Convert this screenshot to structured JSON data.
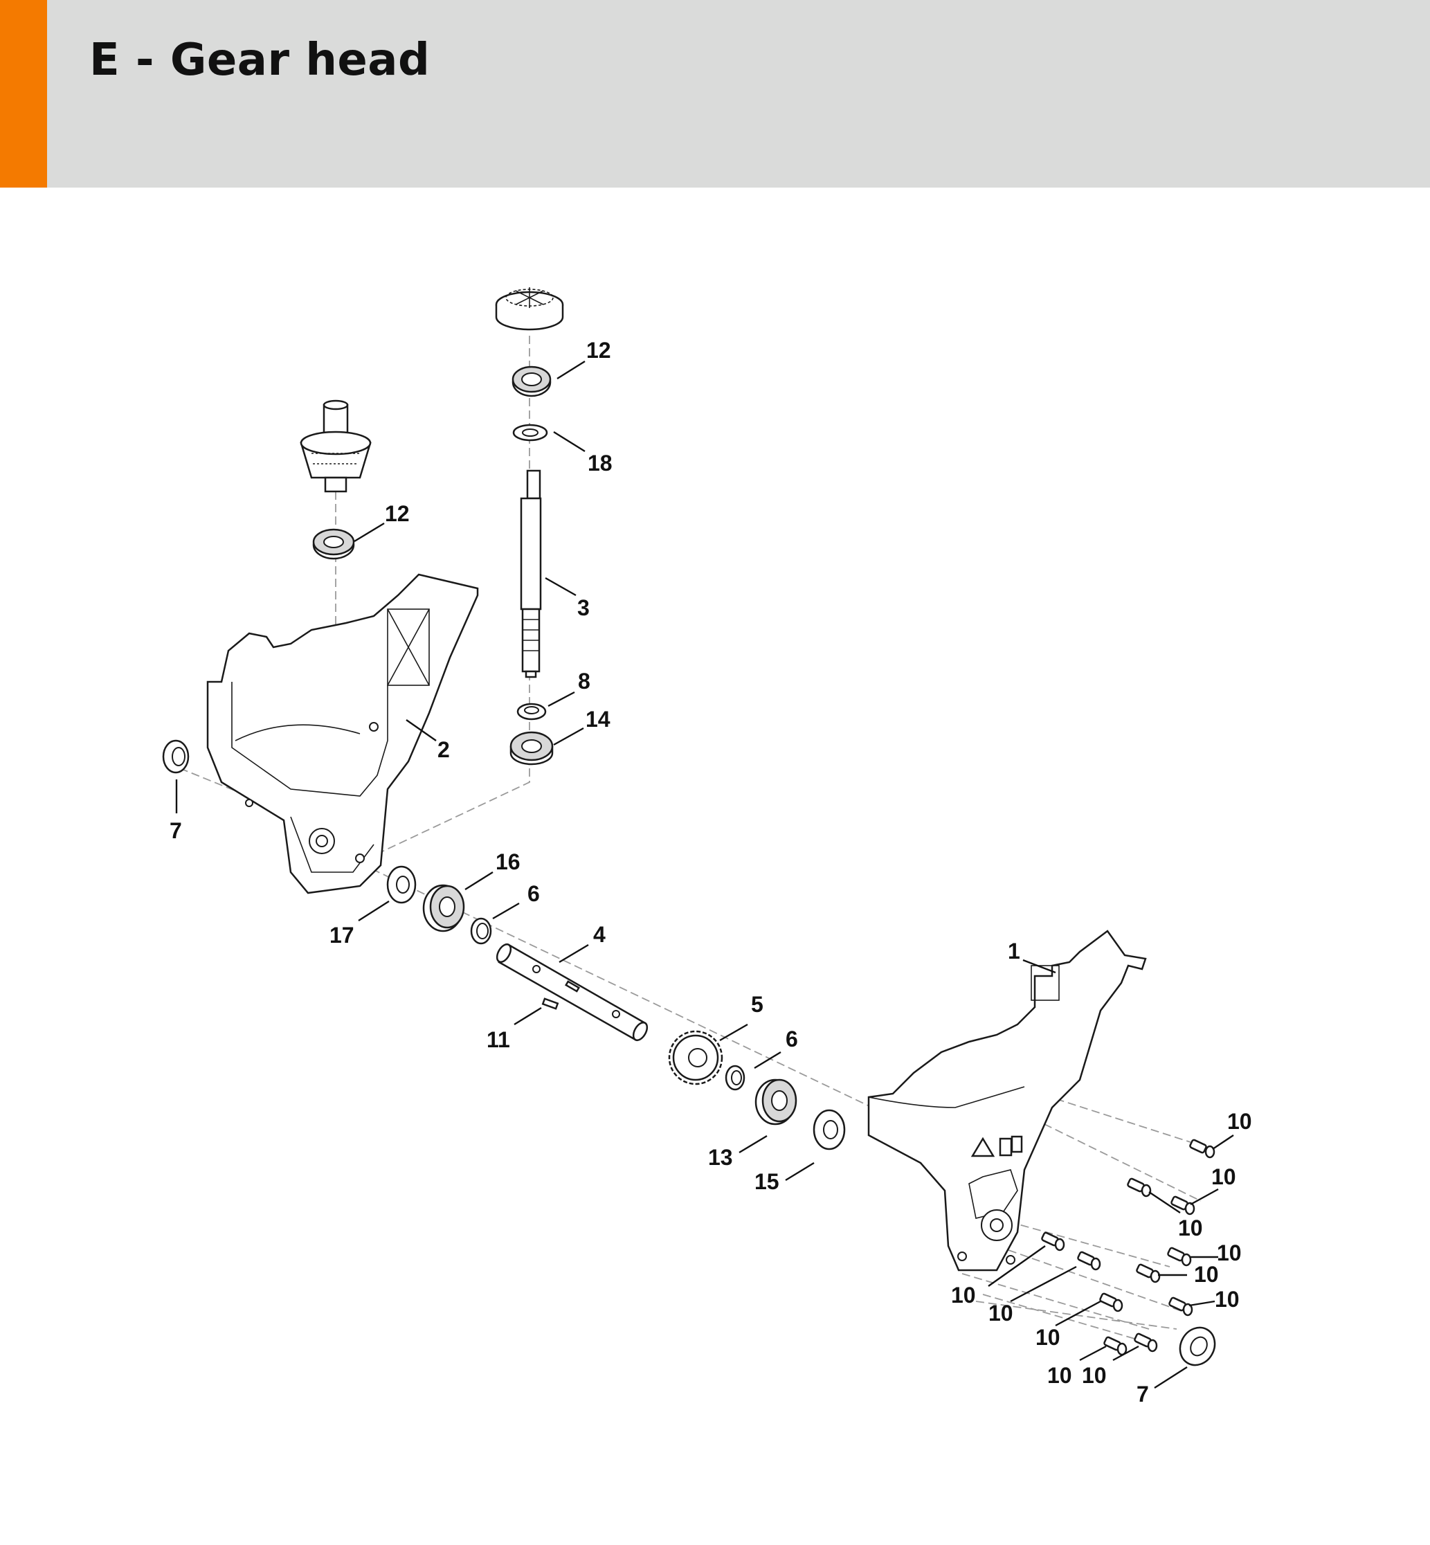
{
  "header": {
    "title": "E - Gear head",
    "accent_color": "#f47a00",
    "background_color": "#dadbda"
  },
  "callouts": [
    {
      "id": "c12a",
      "label": "12"
    },
    {
      "id": "c18",
      "label": "18"
    },
    {
      "id": "c12b",
      "label": "12"
    },
    {
      "id": "c3",
      "label": "3"
    },
    {
      "id": "c8",
      "label": "8"
    },
    {
      "id": "c14",
      "label": "14"
    },
    {
      "id": "c2",
      "label": "2"
    },
    {
      "id": "c7a",
      "label": "7"
    },
    {
      "id": "c16",
      "label": "16"
    },
    {
      "id": "c6a",
      "label": "6"
    },
    {
      "id": "c17",
      "label": "17"
    },
    {
      "id": "c4",
      "label": "4"
    },
    {
      "id": "c1",
      "label": "1"
    },
    {
      "id": "c11",
      "label": "11"
    },
    {
      "id": "c5",
      "label": "5"
    },
    {
      "id": "c6b",
      "label": "6"
    },
    {
      "id": "c13",
      "label": "13"
    },
    {
      "id": "c15",
      "label": "15"
    },
    {
      "id": "c10a",
      "label": "10"
    },
    {
      "id": "c10b",
      "label": "10"
    },
    {
      "id": "c10c",
      "label": "10"
    },
    {
      "id": "c10d",
      "label": "10"
    },
    {
      "id": "c10e",
      "label": "10"
    },
    {
      "id": "c10f",
      "label": "10"
    },
    {
      "id": "c10g",
      "label": "10"
    },
    {
      "id": "c10h",
      "label": "10"
    },
    {
      "id": "c10i",
      "label": "10"
    },
    {
      "id": "c10j",
      "label": "10"
    },
    {
      "id": "c10k",
      "label": "10"
    },
    {
      "id": "c7b",
      "label": "7"
    }
  ]
}
